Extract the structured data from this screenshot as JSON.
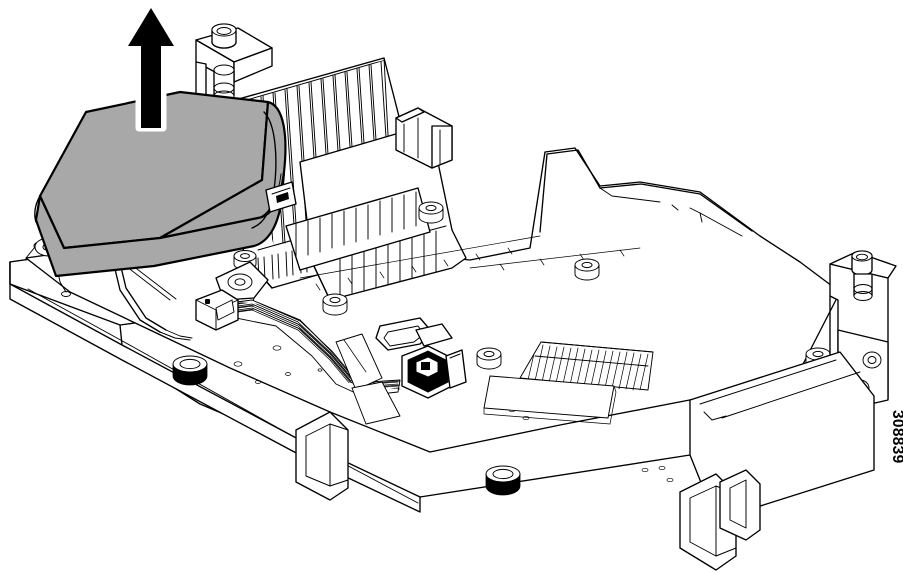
{
  "figure": {
    "number": "308839",
    "kind": "exploded-assembly-line-art",
    "subject": "Removing the supercap / RAID battery module from the storage controller card",
    "background_color": "#ffffff",
    "line_color": "#000000",
    "highlight_fill": "#a8a8a8",
    "arrow_color": "#000000",
    "arrow_outline_color": "#ffffff"
  },
  "callouts": {
    "figure_number_label": "308839"
  },
  "parts": [
    {
      "id": "supercap-module",
      "label": "Supercap module",
      "shading": "#a8a8a8",
      "state": "being lifted away"
    },
    {
      "id": "removal-arrow",
      "label": "Removal direction arrow",
      "direction": "up",
      "color": "#000000"
    },
    {
      "id": "heatsink",
      "label": "Finned heatsink",
      "fin_count": 15
    },
    {
      "id": "captive-screw-top",
      "label": "Captive spring screw (heatsink bracket)"
    },
    {
      "id": "ribbon-cable",
      "label": "Supercap ribbon cable",
      "conductor_count": 10
    },
    {
      "id": "cable-connector",
      "label": "Black board connector"
    },
    {
      "id": "card-carrier",
      "label": "Controller card carrier / sheet-metal tray"
    },
    {
      "id": "thumbscrew-left",
      "label": "Knurled thumbscrew (left)"
    },
    {
      "id": "thumbscrew-center",
      "label": "Knurled thumbscrew (center)"
    },
    {
      "id": "right-bracket",
      "label": "Right mounting bracket with captive screw"
    },
    {
      "id": "standoffs",
      "label": "Board standoffs / spacers",
      "count": 7
    },
    {
      "id": "edge-connector",
      "label": "Hatched edge connector strip"
    },
    {
      "id": "label-patch",
      "label": "Blank product label area"
    }
  ]
}
